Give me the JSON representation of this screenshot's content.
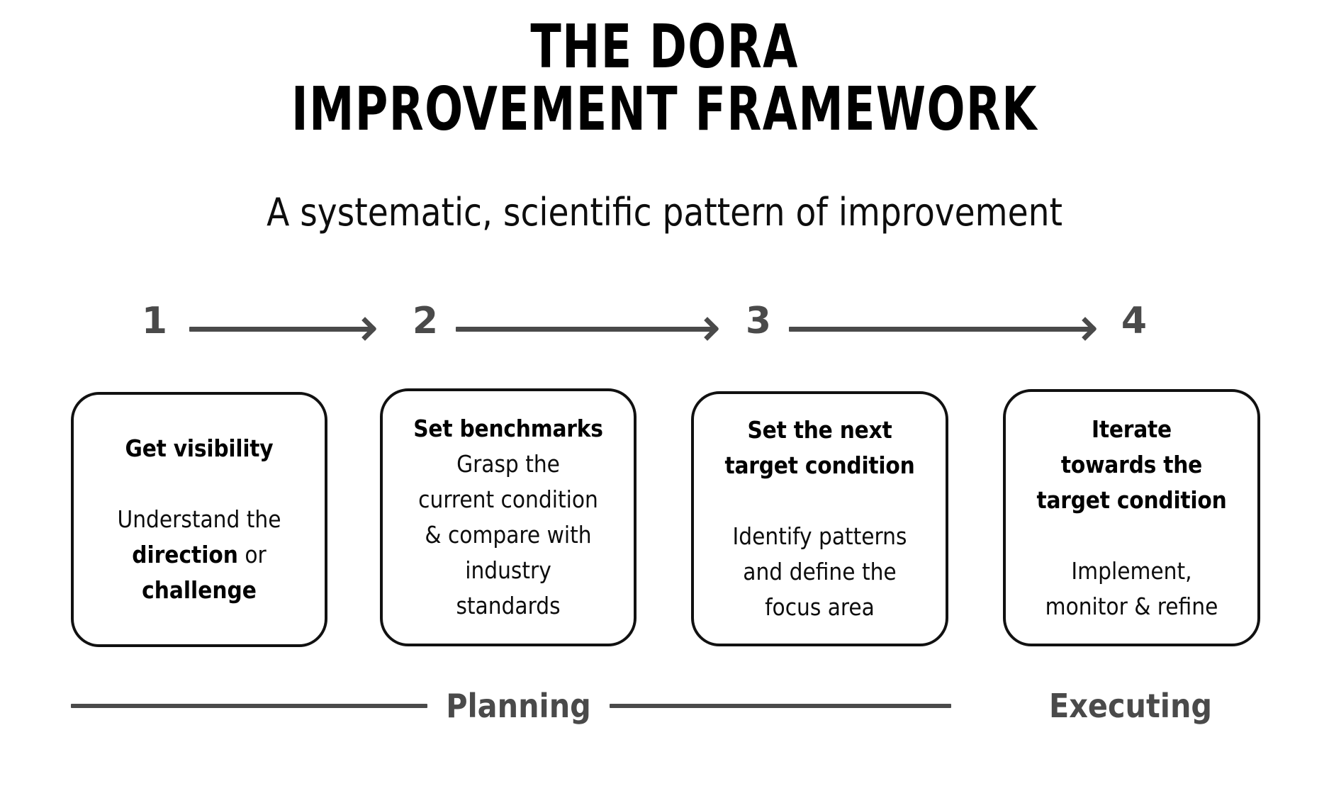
{
  "header": {
    "title_line_1": "THE DORA",
    "title_line_2": "IMPROVEMENT FRAMEWORK",
    "subtitle": "A systematic, scientific pattern of improvement"
  },
  "steps": [
    {
      "number": "1"
    },
    {
      "number": "2"
    },
    {
      "number": "3"
    },
    {
      "number": "4"
    }
  ],
  "cards": [
    {
      "heading": "Get visibility",
      "body_plain": "Understand the direction or challenge",
      "body_lines": [
        "Understand the",
        "direction or",
        "challenge"
      ],
      "body_bold_terms": [
        "direction",
        "challenge"
      ],
      "has_gap_after_heading": true
    },
    {
      "heading": "Set benchmarks",
      "body_plain": "Grasp the current condition & compare with industry standards",
      "body_lines": [
        "Grasp the",
        "current condition",
        "& compare with",
        "industry",
        "standards"
      ],
      "body_bold_terms": [],
      "has_gap_after_heading": false
    },
    {
      "heading": "Set the next target condition",
      "heading_lines": [
        "Set the next",
        "target condition"
      ],
      "body_plain": "Identify patterns and define the focus area",
      "body_lines": [
        "Identify patterns",
        "and define the",
        "focus area"
      ],
      "body_bold_terms": [],
      "has_gap_after_heading": true
    },
    {
      "heading": "Iterate towards the target condition",
      "heading_lines": [
        "Iterate",
        "towards the",
        "target condition"
      ],
      "body_plain": "Implement, monitor & refine",
      "body_lines": [
        "Implement,",
        "monitor & refine"
      ],
      "body_bold_terms": [],
      "has_gap_after_heading": true
    }
  ],
  "phases": [
    {
      "label": "Planning"
    },
    {
      "label": "Executing"
    }
  ],
  "colors": {
    "background": "#ffffff",
    "text_primary": "#000000",
    "card_border": "#111111",
    "accent_gray": "#4a4a4a"
  }
}
